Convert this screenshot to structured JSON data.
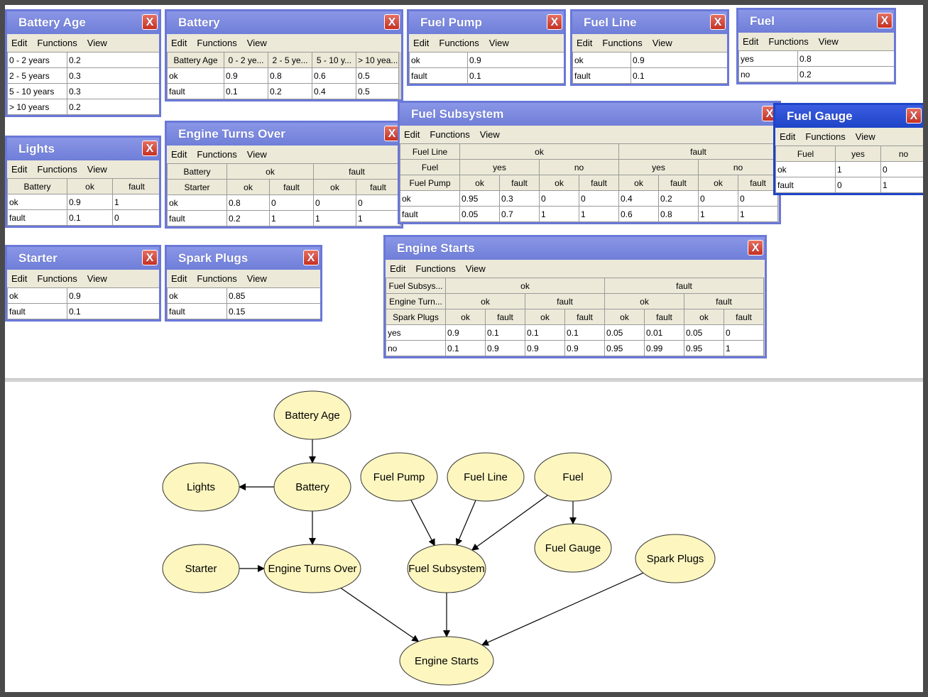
{
  "menus": [
    "Edit",
    "Functions",
    "View"
  ],
  "close_glyph": "X",
  "windows": {
    "battery_age": {
      "title": "Battery Age",
      "rows": [
        [
          "0 - 2 years",
          "0.2"
        ],
        [
          "2 - 5 years",
          "0.3"
        ],
        [
          "5 - 10 years",
          "0.3"
        ],
        [
          "> 10 years",
          "0.2"
        ]
      ]
    },
    "battery": {
      "title": "Battery",
      "header": [
        "Battery Age",
        "0 - 2 ye...",
        "2 - 5 ye...",
        "5 - 10 y...",
        "> 10 yea..."
      ],
      "rows": [
        [
          "ok",
          "0.9",
          "0.8",
          "0.6",
          "0.5"
        ],
        [
          "fault",
          "0.1",
          "0.2",
          "0.4",
          "0.5"
        ]
      ]
    },
    "fuel_pump": {
      "title": "Fuel Pump",
      "rows": [
        [
          "ok",
          "0.9"
        ],
        [
          "fault",
          "0.1"
        ]
      ]
    },
    "fuel_line": {
      "title": "Fuel Line",
      "rows": [
        [
          "ok",
          "0.9"
        ],
        [
          "fault",
          "0.1"
        ]
      ]
    },
    "fuel": {
      "title": "Fuel",
      "rows": [
        [
          "yes",
          "0.8"
        ],
        [
          "no",
          "0.2"
        ]
      ]
    },
    "lights": {
      "title": "Lights",
      "header": [
        "Battery",
        "ok",
        "fault"
      ],
      "rows": [
        [
          "ok",
          "0.9",
          "1"
        ],
        [
          "fault",
          "0.1",
          "0"
        ]
      ]
    },
    "engine_turns_over": {
      "title": "Engine Turns Over",
      "header1": [
        "Battery",
        "ok",
        "fault"
      ],
      "header2": [
        "Starter",
        "ok",
        "fault",
        "ok",
        "fault"
      ],
      "rows": [
        [
          "ok",
          "0.8",
          "0",
          "0",
          "0"
        ],
        [
          "fault",
          "0.2",
          "1",
          "1",
          "1"
        ]
      ]
    },
    "fuel_subsystem": {
      "title": "Fuel Subsystem",
      "header1": [
        "Fuel Line",
        "ok",
        "fault"
      ],
      "header2": [
        "Fuel",
        "yes",
        "no",
        "yes",
        "no"
      ],
      "header3": [
        "Fuel Pump",
        "ok",
        "fault",
        "ok",
        "fault",
        "ok",
        "fault",
        "ok",
        "fault"
      ],
      "rows": [
        [
          "ok",
          "0.95",
          "0.3",
          "0",
          "0",
          "0.4",
          "0.2",
          "0",
          "0"
        ],
        [
          "fault",
          "0.05",
          "0.7",
          "1",
          "1",
          "0.6",
          "0.8",
          "1",
          "1"
        ]
      ]
    },
    "fuel_gauge": {
      "title": "Fuel Gauge",
      "header": [
        "Fuel",
        "yes",
        "no"
      ],
      "rows": [
        [
          "ok",
          "1",
          "0"
        ],
        [
          "fault",
          "0",
          "1"
        ]
      ]
    },
    "starter": {
      "title": "Starter",
      "rows": [
        [
          "ok",
          "0.9"
        ],
        [
          "fault",
          "0.1"
        ]
      ]
    },
    "spark_plugs": {
      "title": "Spark Plugs",
      "rows": [
        [
          "ok",
          "0.85"
        ],
        [
          "fault",
          "0.15"
        ]
      ]
    },
    "engine_starts": {
      "title": "Engine Starts",
      "header1": [
        "Fuel Subsys...",
        "ok",
        "fault"
      ],
      "header2": [
        "Engine Turn...",
        "ok",
        "fault",
        "ok",
        "fault"
      ],
      "header3": [
        "Spark Plugs",
        "ok",
        "fault",
        "ok",
        "fault",
        "ok",
        "fault",
        "ok",
        "fault"
      ],
      "rows": [
        [
          "yes",
          "0.9",
          "0.1",
          "0.1",
          "0.1",
          "0.05",
          "0.01",
          "0.05",
          "0"
        ],
        [
          "no",
          "0.1",
          "0.9",
          "0.9",
          "0.9",
          "0.95",
          "0.99",
          "0.95",
          "1"
        ]
      ]
    }
  },
  "network": {
    "nodes": {
      "battery_age": "Battery Age",
      "lights": "Lights",
      "battery": "Battery",
      "fuel_pump": "Fuel Pump",
      "fuel_line": "Fuel Line",
      "fuel": "Fuel",
      "starter": "Starter",
      "engine_turns_over": "Engine Turns Over",
      "fuel_subsystem": "Fuel Subsystem",
      "fuel_gauge": "Fuel Gauge",
      "spark_plugs": "Spark Plugs",
      "engine_starts": "Engine Starts"
    },
    "edges": [
      [
        "battery_age",
        "battery"
      ],
      [
        "battery",
        "lights"
      ],
      [
        "battery",
        "engine_turns_over"
      ],
      [
        "starter",
        "engine_turns_over"
      ],
      [
        "fuel_pump",
        "fuel_subsystem"
      ],
      [
        "fuel_line",
        "fuel_subsystem"
      ],
      [
        "fuel",
        "fuel_subsystem"
      ],
      [
        "fuel",
        "fuel_gauge"
      ],
      [
        "engine_turns_over",
        "engine_starts"
      ],
      [
        "fuel_subsystem",
        "engine_starts"
      ],
      [
        "spark_plugs",
        "engine_starts"
      ]
    ],
    "colors": {
      "node_fill": "#fdf6bf",
      "edge": "#000000"
    }
  }
}
